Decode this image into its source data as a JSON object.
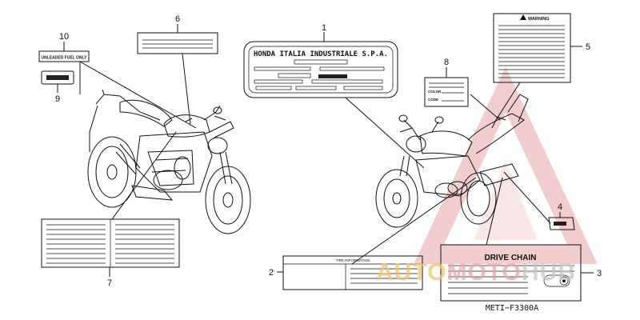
{
  "callouts": {
    "c1": "1",
    "c2": "2",
    "c3": "3",
    "c4": "4",
    "c5": "5",
    "c6": "6",
    "c7": "7",
    "c8": "8",
    "c9": "9",
    "c10": "10"
  },
  "labels": {
    "plate_text": "HONDA ITALIA INDUSTRIALE S.P.A.",
    "fuel_label": "UNLEADED FUEL ONLY",
    "warning_title": "WARNING",
    "color_field": "COLOR",
    "code_field": "CODE",
    "tire_info_title": "TIRE INFORMATION",
    "drive_chain_title": "DRIVE CHAIN"
  },
  "watermark": {
    "part1": "AUTO",
    "part2": "MOTO",
    "part3": "HUB",
    "color_primary": "#e8a5a5",
    "color_accent": "#f5c26b",
    "color_gray": "#c6c6c6"
  },
  "diagram_code": "METI−F3300A"
}
